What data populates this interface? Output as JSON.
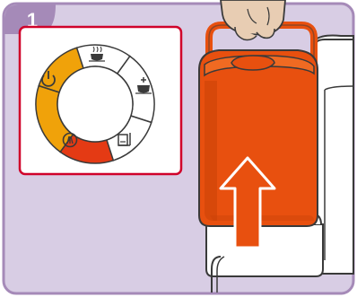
{
  "step": {
    "number": "1"
  },
  "colors": {
    "panel_background": "#d8cde4",
    "panel_border": "#a58ab8",
    "badge": "#a58ab8",
    "inset_border": "#d0022a",
    "tank_body": "#e8500f",
    "tank_shadow": "#c94208",
    "ring_segment_power": "#f0a20a",
    "ring_segment_descale": "#e43a14",
    "machine_outline": "#3a3a3a"
  },
  "control_panel": {
    "segments": [
      {
        "name": "power",
        "icon": "power-icon",
        "state": "lit-amber"
      },
      {
        "name": "descale",
        "icon": "descale-icon",
        "state": "lit-red"
      },
      {
        "name": "water-tank",
        "icon": "water-tank-icon",
        "state": "off"
      },
      {
        "name": "large-cup",
        "icon": "large-cup-plus-icon",
        "state": "off"
      },
      {
        "name": "cup",
        "icon": "steaming-cup-icon",
        "state": "off"
      }
    ]
  },
  "instruction": {
    "action": "insert-water-tank",
    "arrow_direction": "up"
  }
}
